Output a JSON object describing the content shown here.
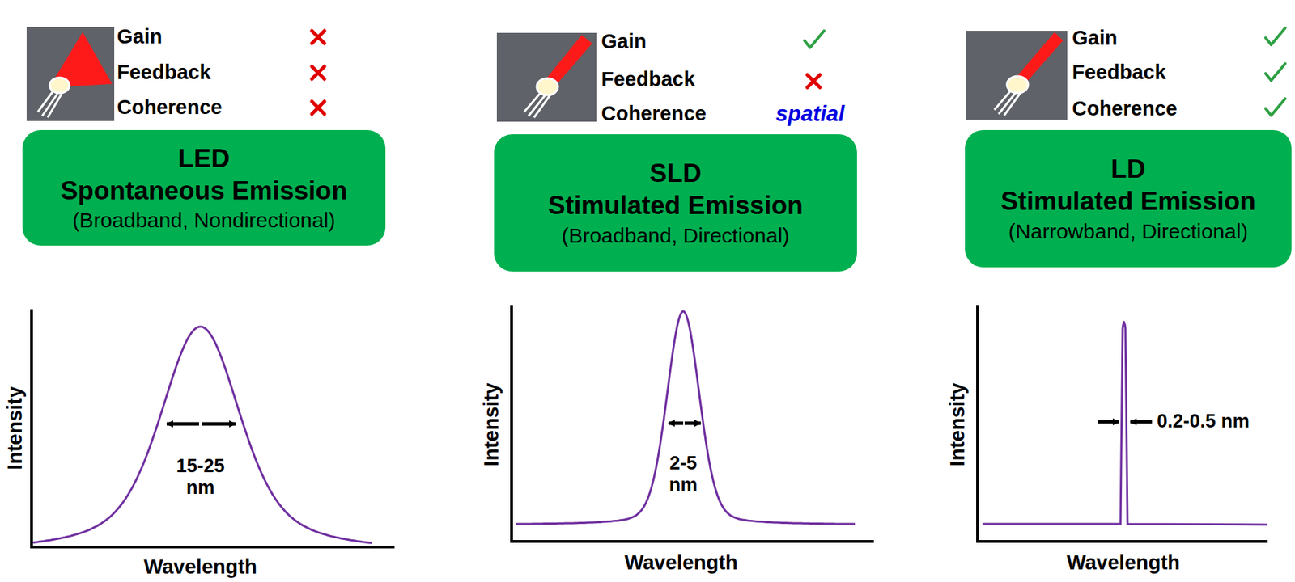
{
  "diagram": {
    "nodes": [
      {
        "text": [
          "LED",
          "Spontaneous Emission",
          "(Broadband, Nondirectional)"
        ]
      },
      {
        "text": [
          "SLD",
          "Stimulated Emission",
          "(Broadband, Directional)"
        ]
      },
      {
        "text": [
          "LD",
          "Stimulated Emission",
          "(Narrowband, Directional)"
        ]
      }
    ],
    "labels": [
      "Gain",
      "Feedback",
      "Coherence",
      "Gain",
      "Feedback",
      "Coherence",
      "spatial",
      "Gain",
      "Feedback",
      "Coherence",
      "Intensity",
      "Wavelength",
      "15-25 nm",
      "Intensity",
      "Wavelength",
      "2-5 nm",
      "Intensity",
      "Wavelength",
      "0.2-0.5 nm"
    ]
  }
}
